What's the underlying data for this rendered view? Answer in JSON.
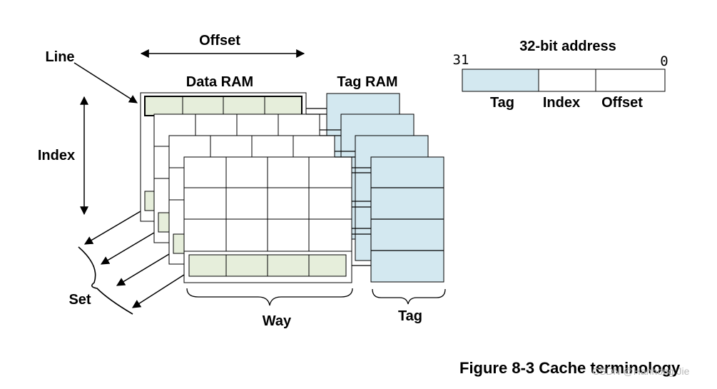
{
  "diagram": {
    "labels": {
      "offset": "Offset",
      "line": "Line",
      "data_ram": "Data RAM",
      "tag_ram": "Tag RAM",
      "index": "Index",
      "set": "Set",
      "way": "Way",
      "tag": "Tag"
    },
    "address": {
      "title": "32-bit address",
      "msb": "31",
      "lsb": "0",
      "fields": [
        "Tag",
        "Index",
        "Offset"
      ]
    },
    "structure": {
      "ways": 4,
      "sets": 4,
      "words_per_line": 4
    },
    "colors": {
      "line_fill": "#e6eedb",
      "tag_fill": "#d3e8f0",
      "stroke": "#000000"
    }
  },
  "caption": "Figure 8-3 Cache terminology",
  "watermark": "CSDN @Hanhong Jie"
}
